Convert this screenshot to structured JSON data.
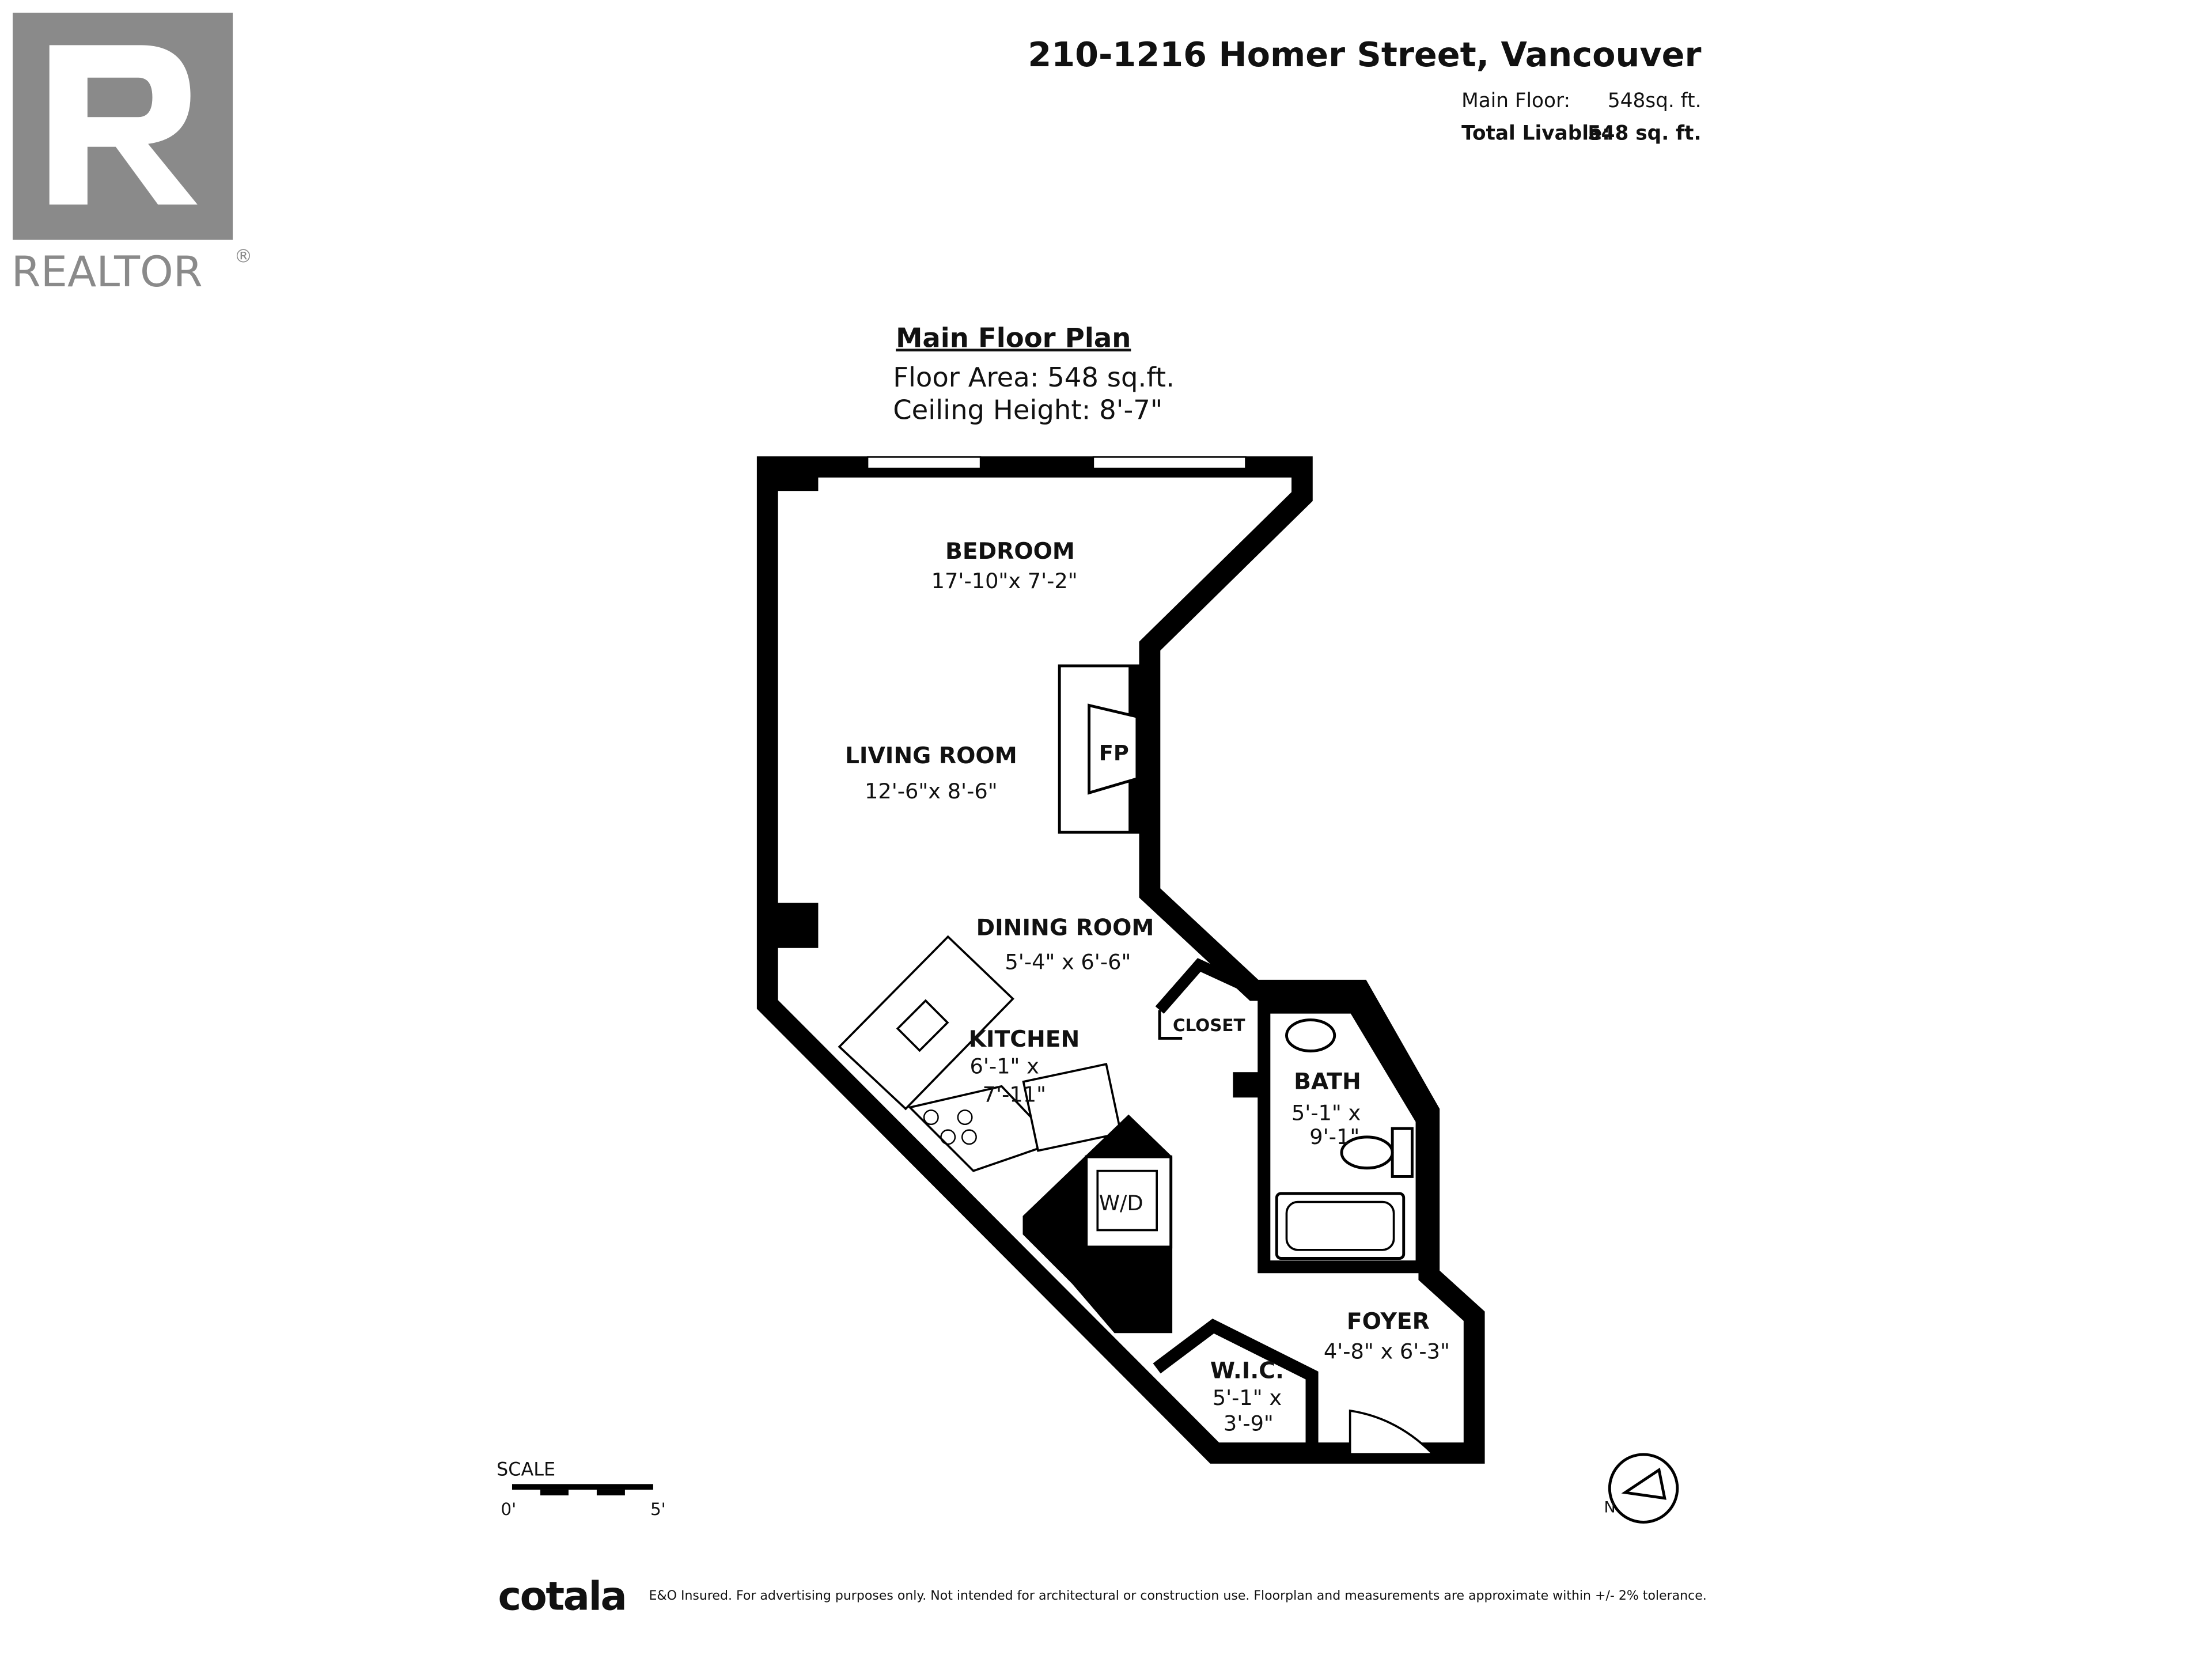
{
  "logo": {
    "text": "REALTOR",
    "registered": "®",
    "color": "#8a8a8a"
  },
  "header": {
    "address": "210-1216 Homer Street, Vancouver",
    "rows": [
      {
        "label": "Main Floor:",
        "value": "548sq. ft."
      },
      {
        "label": "Total Livable:",
        "value": "548 sq. ft."
      }
    ]
  },
  "plan": {
    "title": "Main Floor Plan",
    "floor_area": "Floor Area: 548 sq.ft.",
    "ceiling_height": "Ceiling Height: 8'-7\"",
    "rooms": [
      {
        "name": "BEDROOM",
        "size": "17'-10\"x 7'-2\""
      },
      {
        "name": "LIVING ROOM",
        "size": "12'-6\"x 8'-6\""
      },
      {
        "name": "DINING ROOM",
        "size": "5'-4\" x 6'-6\""
      },
      {
        "name": "KITCHEN",
        "size1": "6'-1\" x",
        "size2": "7'-11\""
      },
      {
        "name": "BATH",
        "size1": "5'-1\" x",
        "size2": "9'-1\""
      },
      {
        "name": "FOYER",
        "size": "4'-8\" x 6'-3\""
      },
      {
        "name": "W.I.C.",
        "size1": "5'-1\" x",
        "size2": "3'-9\""
      }
    ],
    "labels": {
      "closet": "CLOSET",
      "fireplace": "FP",
      "washer_dryer": "W/D"
    }
  },
  "scale": {
    "label": "SCALE",
    "start": "0'",
    "end": "5'"
  },
  "compass": {
    "icon": "north-arrow-icon",
    "letter": "N"
  },
  "footer": {
    "brand": "cotala",
    "disclaimer": "E&O Insured. For advertising purposes only. Not intended for architectural or construction use. Floorplan and measurements are approximate within +/- 2% tolerance."
  }
}
